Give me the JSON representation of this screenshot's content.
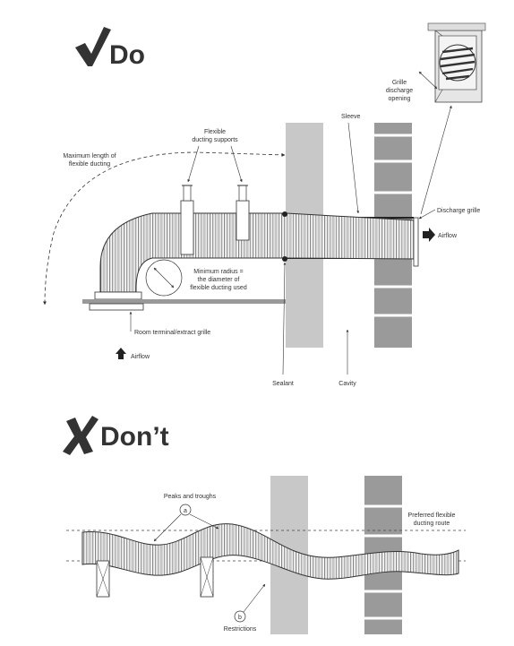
{
  "do_section": {
    "heading": "Do",
    "labels": {
      "sleeve": "Sleeve",
      "grille_discharge_line1": "Grille",
      "grille_discharge_line2": "discharge",
      "grille_discharge_line3": "opening",
      "flexible_supports_line1": "Flexible",
      "flexible_supports_line2": "ducting supports",
      "max_length_line1": "Maximum length of",
      "max_length_line2": "flexible ducting",
      "discharge_grille": "Discharge grille",
      "airflow_out": "Airflow",
      "min_radius_line1": "Minimum radius =",
      "min_radius_line2": "the diameter of",
      "min_radius_line3": "flexible ducting used",
      "room_terminal": "Room terminal/extract grille",
      "airflow_in": "Airflow",
      "sealant": "Sealant",
      "cavity": "Cavity"
    }
  },
  "dont_section": {
    "heading": "Don’t",
    "labels": {
      "peaks_troughs": "Peaks and troughs",
      "marker_a": "a",
      "preferred_route_line1": "Preferred flexible",
      "preferred_route_line2": "ducting route",
      "marker_b": "b",
      "restrictions": "Restrictions"
    }
  },
  "colors": {
    "ink": "#333333",
    "wall_grey": "#c8c8c8",
    "brick_grey": "#9a9a9a",
    "brick_mortar": "#ffffff"
  },
  "icons": [
    "check-mark-icon",
    "cross-mark-icon",
    "airflow-arrow-icon"
  ]
}
